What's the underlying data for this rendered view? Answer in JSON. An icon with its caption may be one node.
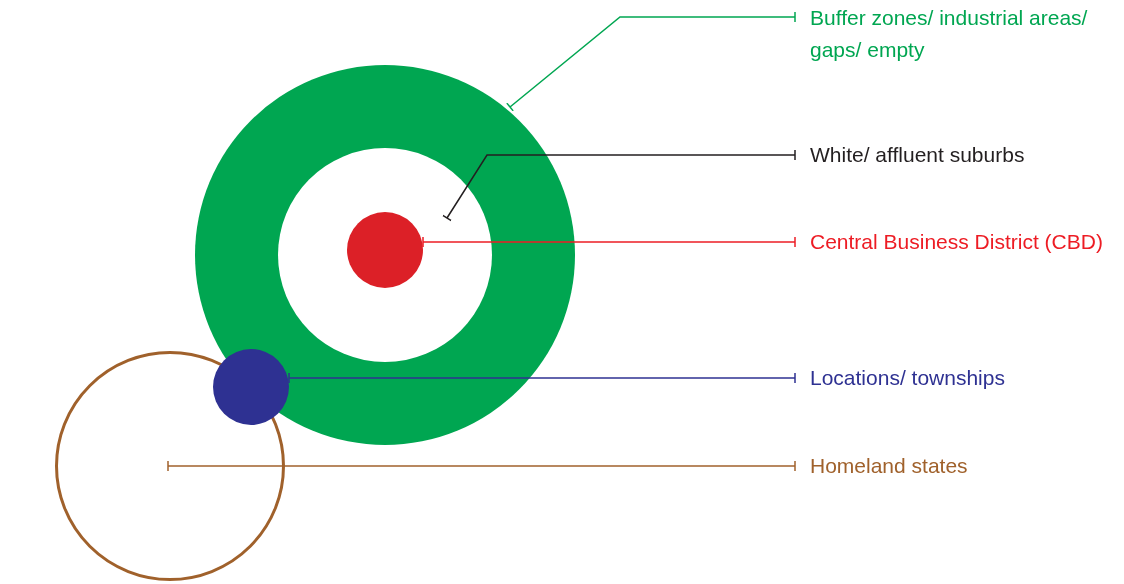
{
  "diagram": {
    "nodes": [
      {
        "text": [
          "Buffer zones/ industrial areas/ gaps/ empty"
        ]
      },
      {
        "text": [],
        "shape": "circle"
      },
      {
        "text": [
          "White/ affluent suburbs"
        ]
      },
      {
        "text": [],
        "shape": "circle",
        "in": 1
      },
      {
        "text": [
          "Central Business District (CBD)"
        ]
      },
      {
        "text": [],
        "shape": "circle",
        "in": 3
      },
      {
        "text": [
          "Locations/ townships"
        ]
      },
      {
        "text": [],
        "shape": "circle"
      },
      {
        "text": [
          "Homeland states"
        ]
      },
      {
        "text": [],
        "shape": "circle"
      }
    ],
    "edges": [
      {
        "from": 0,
        "to": 1,
        "arrow": "other",
        "color": "#00a651"
      },
      {
        "from": 2,
        "to": 3,
        "arrow": "other",
        "color": "#231f20"
      },
      {
        "from": 4,
        "to": 5,
        "arrow": "other",
        "color": "#ed1c24"
      },
      {
        "from": 6,
        "to": 7,
        "arrow": "other",
        "color": "#2e3192"
      },
      {
        "from": 8,
        "to": 9,
        "arrow": "other",
        "color": "#a0612b"
      }
    ]
  }
}
